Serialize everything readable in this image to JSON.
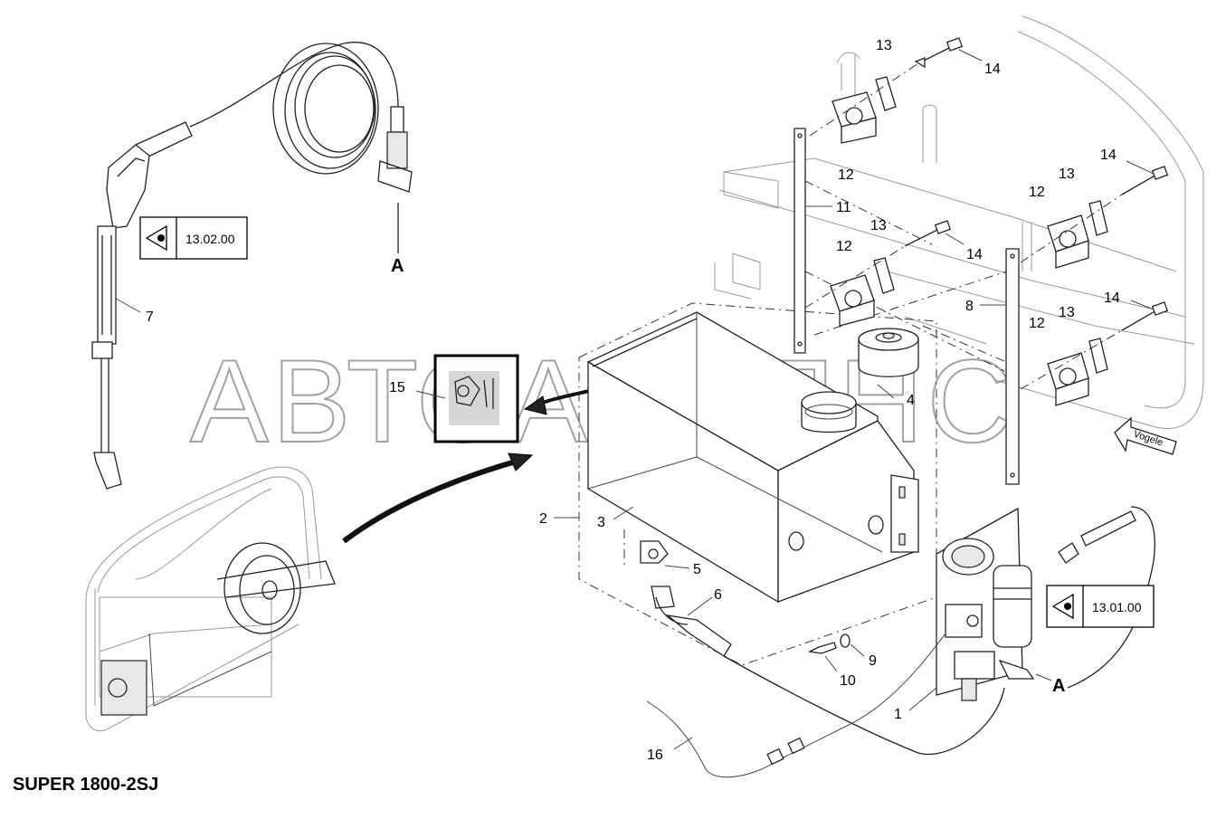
{
  "title": "SUPER 1800-2SJ",
  "watermark": "АВТОАЛЬЯНС",
  "refs": {
    "ref_a": "13.02.00",
    "ref_b": "13.01.00"
  },
  "connection_label": "A",
  "brand_arrow": "Vogele",
  "callouts": {
    "c1": "1",
    "c2": "2",
    "c3": "3",
    "c4": "4",
    "c5": "5",
    "c6": "6",
    "c7": "7",
    "c8": "8",
    "c9": "9",
    "c10": "10",
    "c11": "11",
    "c12a": "12",
    "c12b": "12",
    "c12c": "12",
    "c12d": "12",
    "c13a": "13",
    "c13b": "13",
    "c13c": "13",
    "c13d": "13",
    "c14a": "14",
    "c14b": "14",
    "c14c": "14",
    "c14d": "14",
    "c15": "15",
    "c16": "16"
  }
}
